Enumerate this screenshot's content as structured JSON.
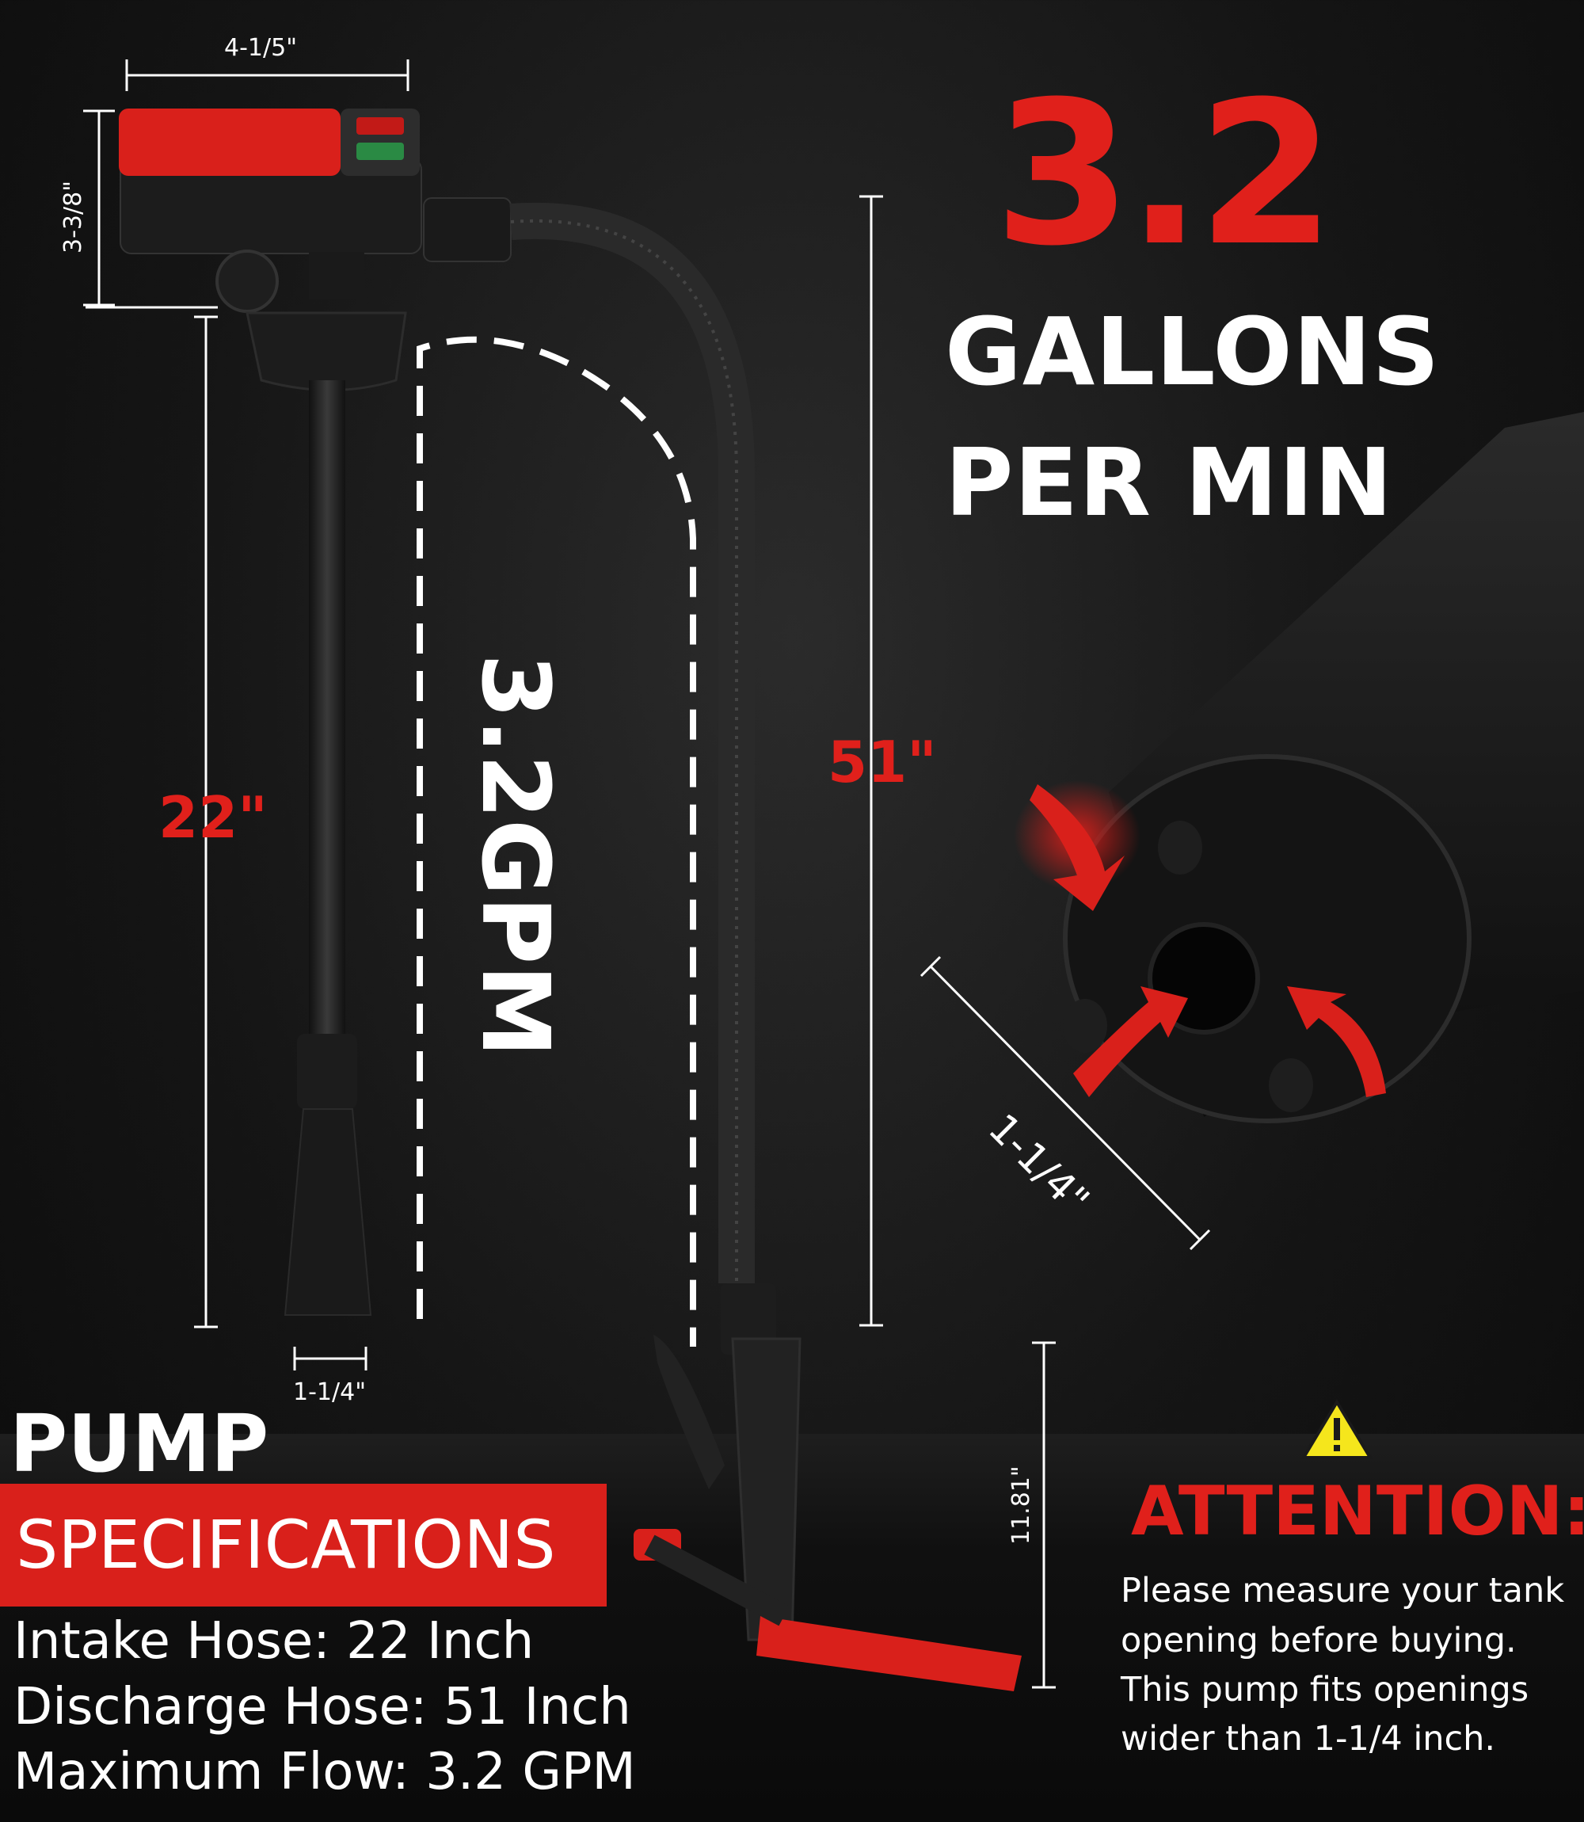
{
  "headline": {
    "value": "3.2",
    "line1": "GALLONS",
    "line2": "PER MIN"
  },
  "dimensions": {
    "pump_width": "4-1/5\"",
    "pump_height": "3-3/8\"",
    "intake_length": "22\"",
    "intake_diameter": "1-1/4\"",
    "discharge_length": "51\"",
    "nozzle_height": "11.81\"",
    "tip_diameter": "1-1/4\"",
    "flow_vertical": "3.2GPM"
  },
  "specs": {
    "title": "PUMP",
    "subtitle": "SPECIFICATIONS",
    "lines": [
      "Intake Hose: 22 Inch",
      "Discharge Hose: 51 Inch",
      "Maximum Flow: 3.2 GPM"
    ]
  },
  "attention": {
    "title": "ATTENTION:",
    "lines": [
      "Please measure your tank",
      "opening before buying.",
      "This pump fits openings",
      "wider than 1-1/4 inch."
    ]
  },
  "colors": {
    "accent_red": "#e0201b",
    "background": "#151515",
    "warning_yellow": "#f5e61c"
  }
}
